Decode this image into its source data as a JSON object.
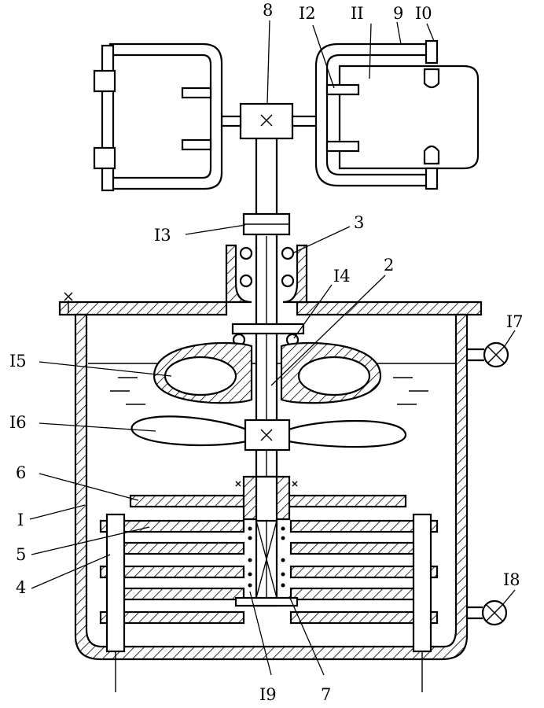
{
  "labels": {
    "l1": "I",
    "l2": "2",
    "l3": "3",
    "l4": "4",
    "l5": "5",
    "l6": "6",
    "l7": "7",
    "l8": "8",
    "l9": "9",
    "l10": "I0",
    "l11": "II",
    "l12": "I2",
    "l13": "I3",
    "l14": "I4",
    "l15": "I5",
    "l16": "I6",
    "l17": "I7",
    "l18": "I8",
    "l19": "I9"
  }
}
